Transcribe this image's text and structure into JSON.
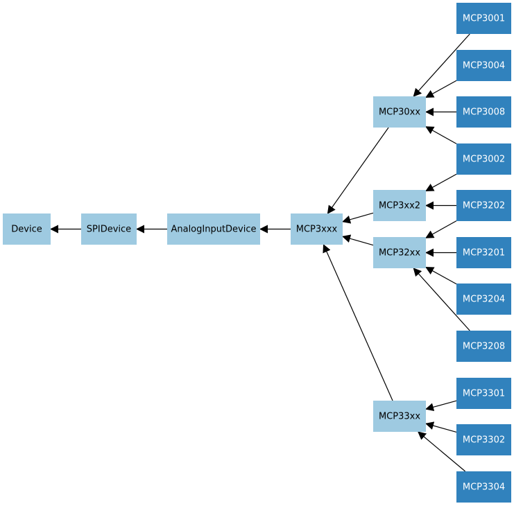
{
  "diagram": {
    "type": "class-inheritance-graph",
    "colors": {
      "light_node": "#9ecae1",
      "dark_node": "#3182bd",
      "edge": "#000000"
    },
    "nodes": {
      "device": "Device",
      "spidevice": "SPIDevice",
      "analoginputdevice": "AnalogInputDevice",
      "mcp3xxx": "MCP3xxx",
      "mcp30xx": "MCP30xx",
      "mcp3xx2": "MCP3xx2",
      "mcp32xx": "MCP32xx",
      "mcp33xx": "MCP33xx",
      "mcp3001": "MCP3001",
      "mcp3004": "MCP3004",
      "mcp3008": "MCP3008",
      "mcp3002": "MCP3002",
      "mcp3202": "MCP3202",
      "mcp3201": "MCP3201",
      "mcp3204": "MCP3204",
      "mcp3208": "MCP3208",
      "mcp3301": "MCP3301",
      "mcp3302": "MCP3302",
      "mcp3304": "MCP3304"
    },
    "edges": [
      {
        "from": "spidevice",
        "to": "device"
      },
      {
        "from": "analoginputdevice",
        "to": "spidevice"
      },
      {
        "from": "mcp3xxx",
        "to": "analoginputdevice"
      },
      {
        "from": "mcp30xx",
        "to": "mcp3xxx"
      },
      {
        "from": "mcp3xx2",
        "to": "mcp3xxx"
      },
      {
        "from": "mcp32xx",
        "to": "mcp3xxx"
      },
      {
        "from": "mcp33xx",
        "to": "mcp3xxx"
      },
      {
        "from": "mcp3001",
        "to": "mcp30xx"
      },
      {
        "from": "mcp3004",
        "to": "mcp30xx"
      },
      {
        "from": "mcp3008",
        "to": "mcp30xx"
      },
      {
        "from": "mcp3002",
        "to": "mcp30xx"
      },
      {
        "from": "mcp3002",
        "to": "mcp3xx2"
      },
      {
        "from": "mcp3202",
        "to": "mcp3xx2"
      },
      {
        "from": "mcp3202",
        "to": "mcp32xx"
      },
      {
        "from": "mcp3201",
        "to": "mcp32xx"
      },
      {
        "from": "mcp3204",
        "to": "mcp32xx"
      },
      {
        "from": "mcp3208",
        "to": "mcp32xx"
      },
      {
        "from": "mcp3301",
        "to": "mcp33xx"
      },
      {
        "from": "mcp3302",
        "to": "mcp33xx"
      },
      {
        "from": "mcp3304",
        "to": "mcp33xx"
      }
    ]
  }
}
